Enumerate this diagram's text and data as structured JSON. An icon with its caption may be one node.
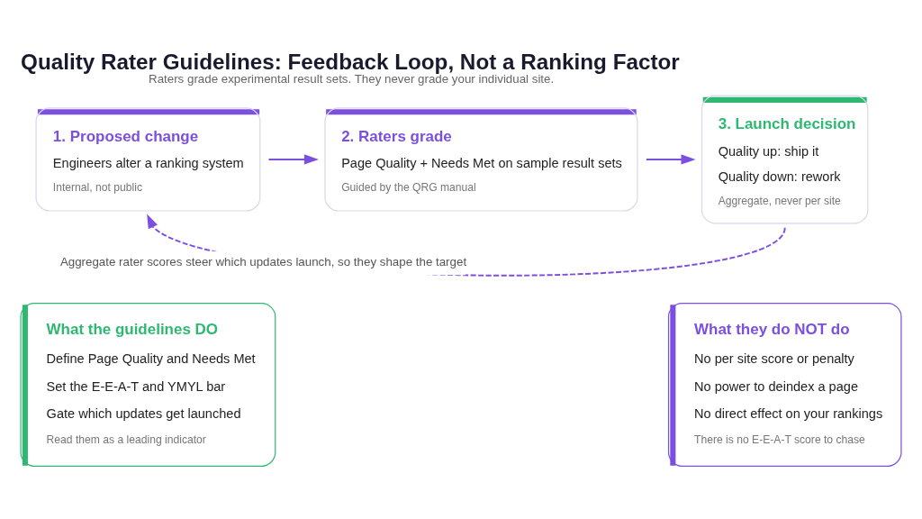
{
  "diagram": {
    "title": "Quality Rater Guidelines: Feedback Loop, Not a Ranking Factor",
    "caption": "Raters grade experimental result sets. They never grade your individual site.",
    "nodes": [
      {
        "text": [
          "1. Proposed change",
          "Engineers alter a ranking system",
          "Internal, not public"
        ]
      },
      {
        "text": [
          "2. Raters grade",
          "Page Quality + Needs Met on sample result sets",
          "Guided by the QRG manual"
        ]
      },
      {
        "text": [
          "3. Launch decision",
          "Quality up: ship it",
          "Quality down: rework",
          "Aggregate, never per site"
        ]
      },
      {
        "text": [
          "What the guidelines DO",
          "Define Page Quality and Needs Met",
          "Set the E-E-A-T and YMYL bar",
          "Gate which updates get launched",
          "Read them as a leading indicator"
        ]
      },
      {
        "text": [
          "What they do NOT do",
          "No per site score or penalty",
          "No power to deindex a page",
          "No direct effect on your rankings",
          "There is no E-E-A-T score to chase"
        ]
      }
    ],
    "edges": [
      {
        "from": 0,
        "to": 1,
        "arrow": "to"
      },
      {
        "from": 1,
        "to": 2,
        "arrow": "to"
      },
      {
        "from": 2,
        "to": 0,
        "arrow": "to",
        "style": "dashed",
        "label": "Aggregate rater scores steer which updates launch, so they shape the target"
      }
    ]
  }
}
